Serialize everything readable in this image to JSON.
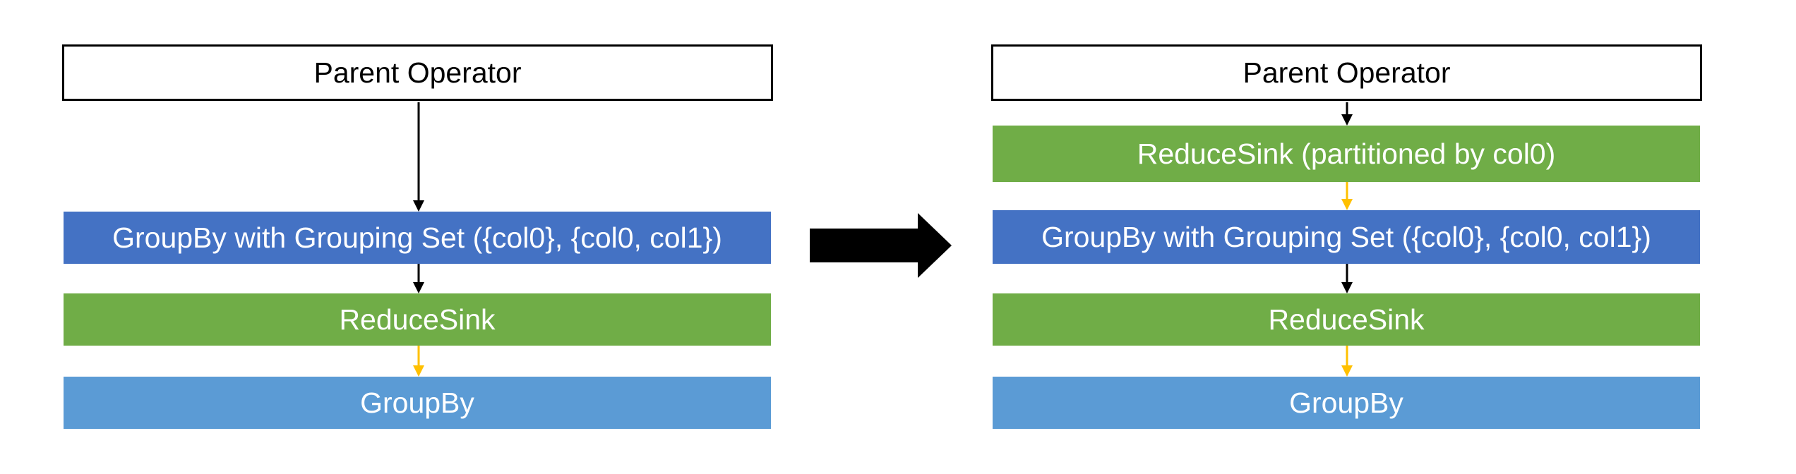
{
  "colors": {
    "groupby_grouping_set": "#4472C4",
    "reducesink": "#70AD47",
    "groupby": "#5B9BD5",
    "arrow_black": "#000000",
    "arrow_yellow": "#FFC000"
  },
  "left_plan": {
    "parent": "Parent Operator",
    "groupby_grouping_set": "GroupBy with Grouping Set ({col0}, {col0, col1})",
    "reducesink": "ReduceSink",
    "groupby": "GroupBy"
  },
  "right_plan": {
    "parent": "Parent Operator",
    "reducesink_partitioned": "ReduceSink (partitioned by col0)",
    "groupby_grouping_set": "GroupBy with Grouping Set ({col0}, {col0, col1})",
    "reducesink": "ReduceSink",
    "groupby": "GroupBy"
  }
}
